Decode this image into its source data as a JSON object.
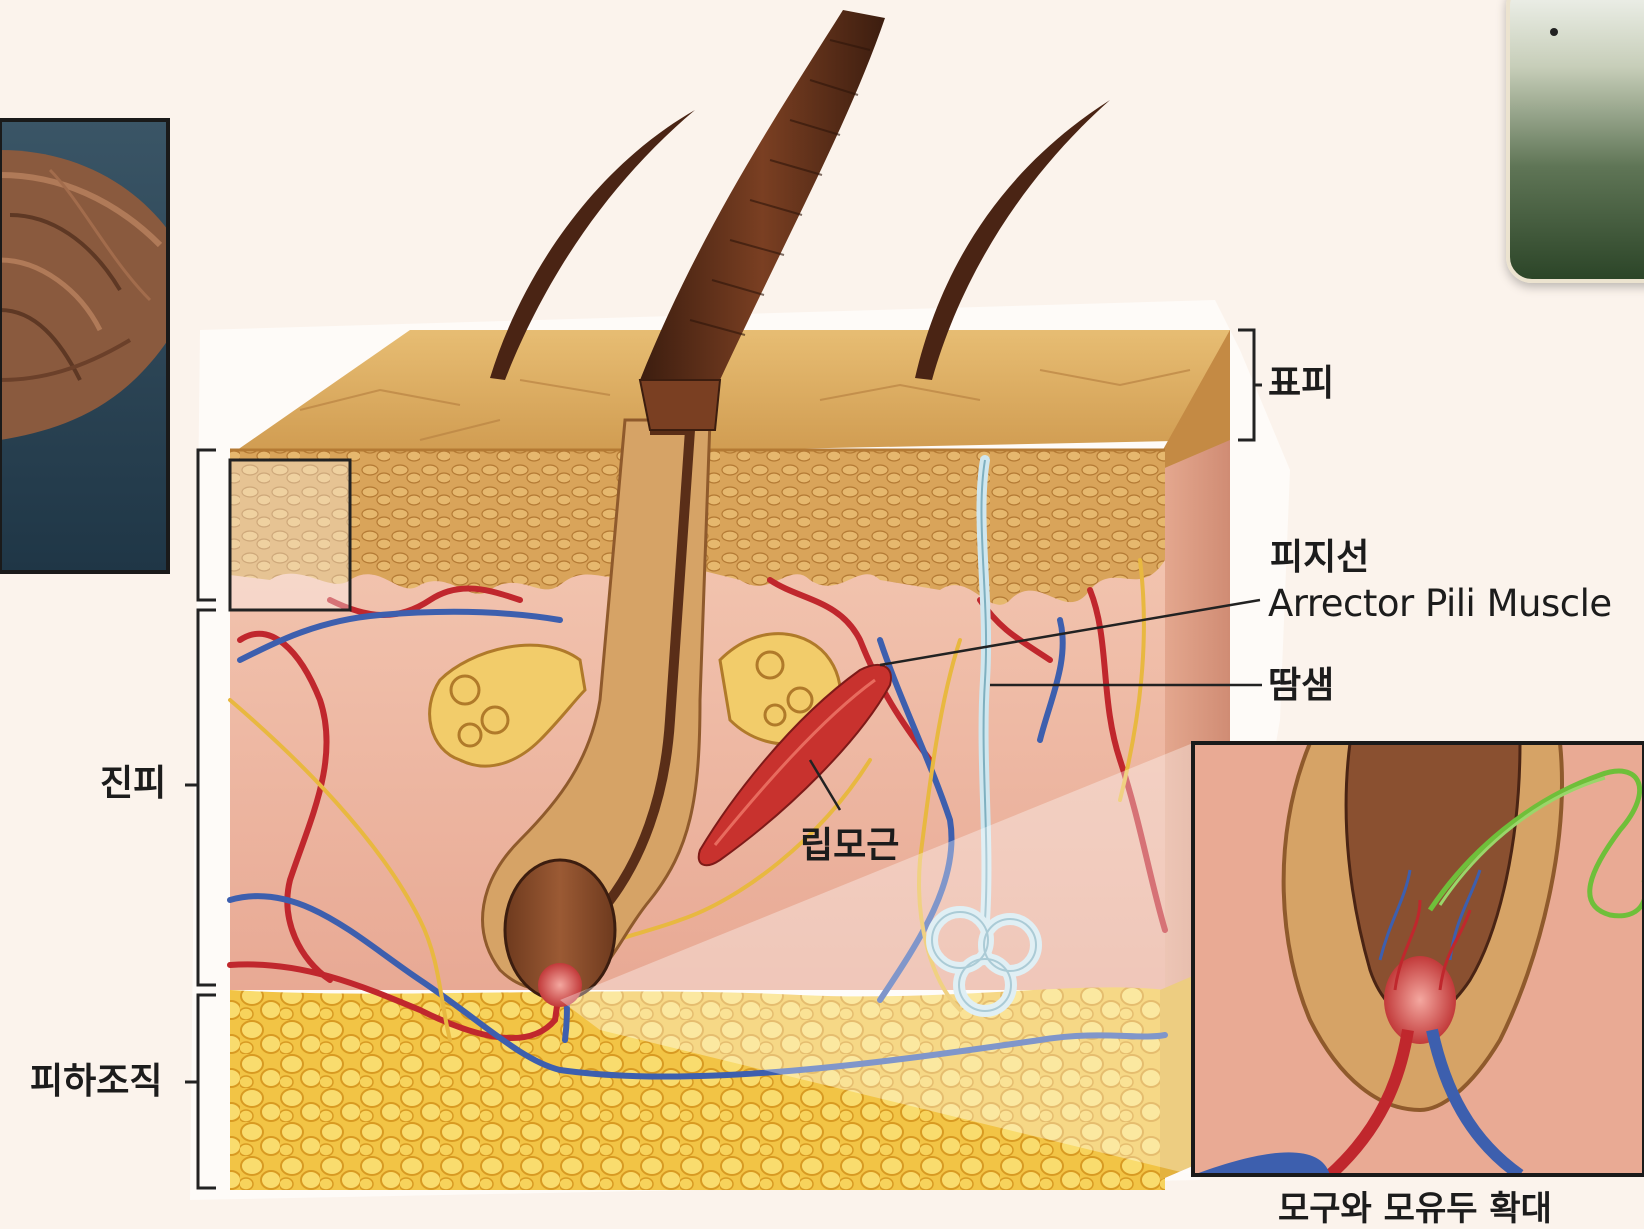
{
  "labels": {
    "epidermis": "표피",
    "sebaceous_gland": "피지선",
    "arrector_pili_muscle": "Arrector Pili Muscle",
    "sweat_gland": "땀샘",
    "muscle": "립모근",
    "dermis": "진피",
    "subcutaneous": "피하조직",
    "zoom_caption": "모구와 모유두 확대"
  },
  "colors": {
    "background": "#fbf3ec",
    "epidermis": "#d9a95f",
    "dermis": "#f0c0aa",
    "fat": "#f0c040",
    "hair": "#5a2e18",
    "artery": "#c0272d",
    "vein": "#3d5fae",
    "nerve": "#e8b840",
    "sweat_gland": "#cfe6ee",
    "muscle": "#c8322e",
    "hair_photo_bg": "#2c4556",
    "panel": "#3e5a38",
    "marker": "#6fbf3a"
  },
  "icons": {
    "hair_microscope_photo": "hair-cuticle-photo",
    "corner_panel": "green-panel",
    "marker_scribble": "green-marker-scribble"
  }
}
